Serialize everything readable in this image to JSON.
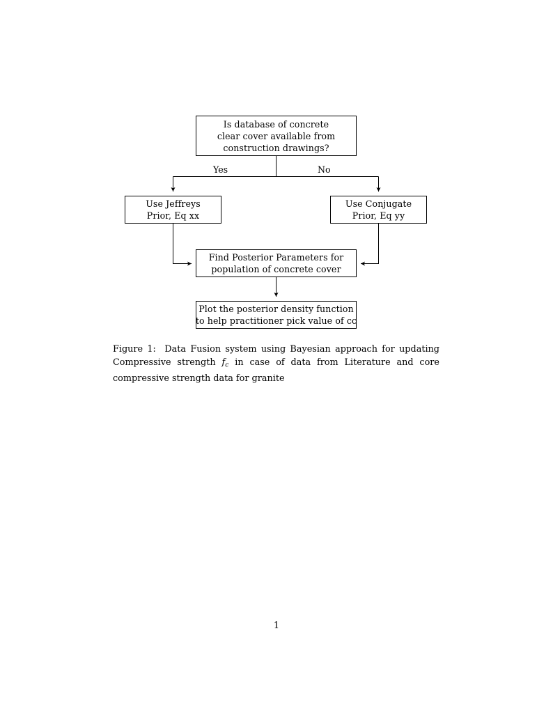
{
  "document": {
    "page_number": "1",
    "background_color": "#ffffff",
    "text_color": "#000000",
    "line_color": "#000000"
  },
  "figure": {
    "nodes": [
      {
        "id": "question",
        "lines": [
          "Is database of concrete",
          "clear cover available from",
          "construction drawings?"
        ]
      },
      {
        "id": "jeffreys",
        "lines": [
          "Use Jeffreys",
          "Prior, Eq xx"
        ]
      },
      {
        "id": "conjugate",
        "lines": [
          "Use Conjugate",
          "Prior, Eq yy"
        ]
      },
      {
        "id": "posterior",
        "lines": [
          "Find Posterior Parameters for",
          "population of concrete cover"
        ]
      },
      {
        "id": "plot",
        "lines": [
          "Plot the posterior density function",
          "to help practitioner pick value of cc"
        ]
      }
    ],
    "edge_labels": {
      "yes": "Yes",
      "no": "No"
    }
  },
  "caption": {
    "label": "Figure 1:",
    "text_before_math": "Data Fusion system using Bayesian approach for updating Compressive strength",
    "math_base": "f",
    "math_sub": "c",
    "text_after_math": "in case of data from Literature and core compressive strength data for granite"
  }
}
